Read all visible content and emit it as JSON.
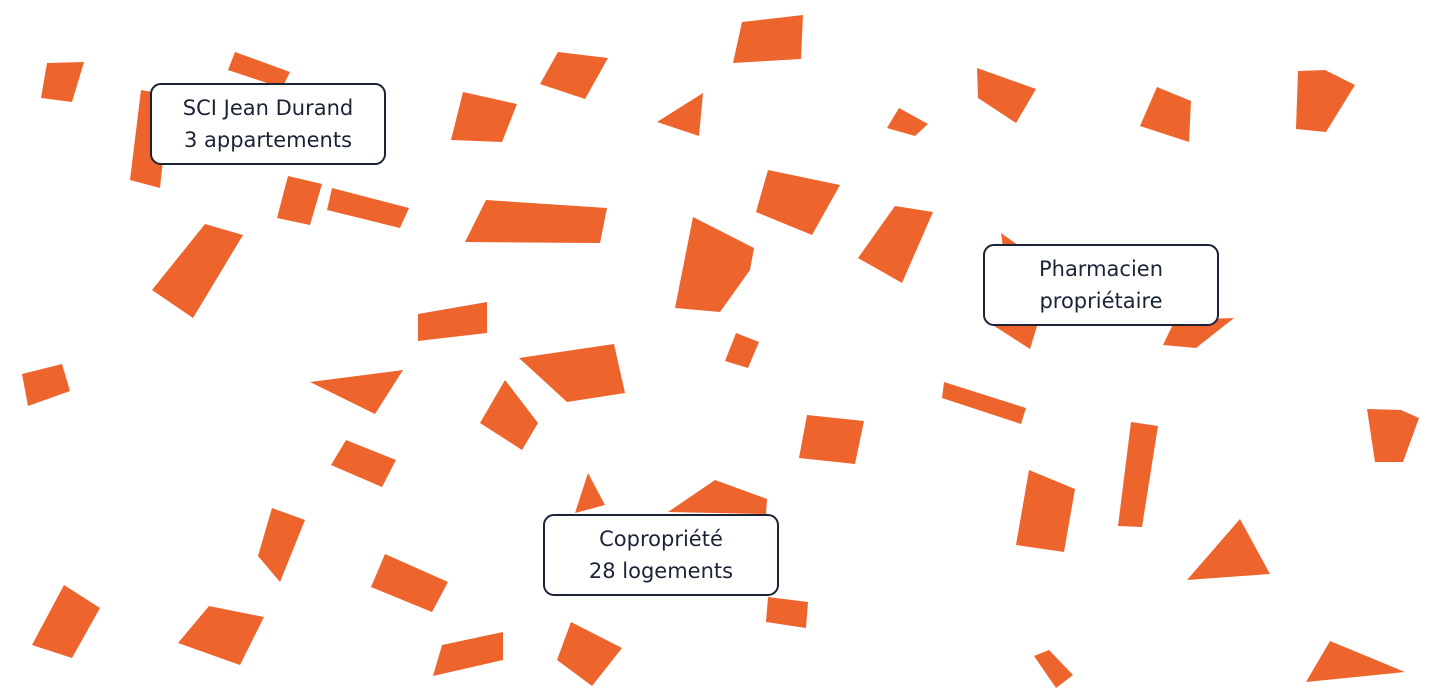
{
  "colors": {
    "parcel_fill": "#EE642D",
    "label_border": "#1b2436",
    "label_text": "#1b2436",
    "background": "#ffffff"
  },
  "labels": {
    "sci": {
      "line1": "SCI Jean Durand",
      "line2": "3 appartements"
    },
    "pharmacien": {
      "line1": "Pharmacien",
      "line2": "propriétaire"
    },
    "copropriete": {
      "line1": "Copropriété",
      "line2": "28 logements"
    }
  }
}
